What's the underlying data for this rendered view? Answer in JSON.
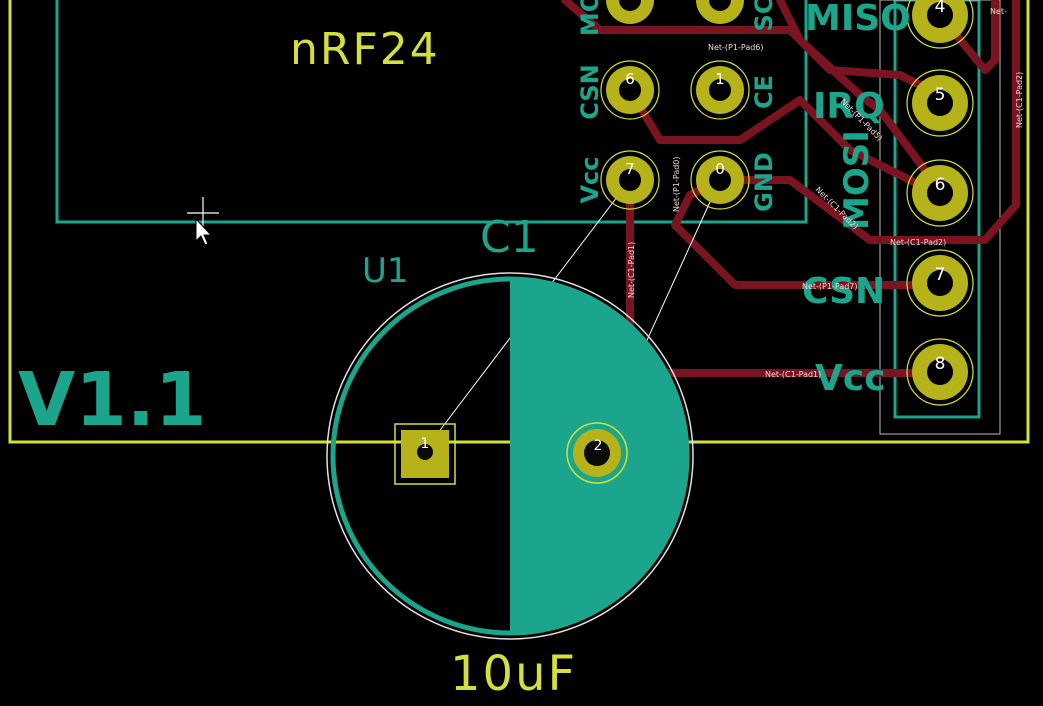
{
  "board": {
    "module_label": "nRF24",
    "version_label": "V1.1",
    "component_ref": "C1",
    "component_value": "10uF",
    "footprint_ref": "U1"
  },
  "module_pins": {
    "left_labels": [
      "MO",
      "CSN",
      "Vcc"
    ],
    "right_labels": [
      "SC",
      "CE",
      "GND"
    ],
    "pads": [
      "6",
      "1",
      "7",
      "0"
    ]
  },
  "header": {
    "labels": [
      "MISO",
      "IRQ",
      "MOSI",
      "CSN",
      "Vcc"
    ],
    "pads": [
      "4",
      "5",
      "6",
      "7",
      "8"
    ]
  },
  "cap_pads": [
    "1",
    "2"
  ],
  "nets": {
    "p1_pad6": "Net-(P1-Pad6)",
    "p1_pad0": "Net-(P1-Pad0)",
    "p1_pad5": "Net-(P1-Pad5)",
    "c1_pad2_a": "Net-(C1-Pad2)",
    "c1_pad2_b": "Net-(C1-Pad2)",
    "c1_pad1_a": "Net-(C1-Pad1)",
    "c1_pad1_b": "Net-(C1-Pad1)",
    "p1_pad7": "Net-(P1-Pad7)",
    "edge": "Net-(C1-Pad2)",
    "top_edge": "Net-",
    "r1": "Net-(C1-Pad2)"
  },
  "colors": {
    "background": "#000000",
    "silkscreen_front": "#d4df3a",
    "silkscreen_back": "#1aa58c",
    "copper_trace": "#7a1420",
    "pad": "#b5b21a",
    "ratsnest": "#ffffff"
  },
  "cursor": {
    "icons": [
      "crosshair-icon",
      "pointer-arrow-icon"
    ]
  }
}
